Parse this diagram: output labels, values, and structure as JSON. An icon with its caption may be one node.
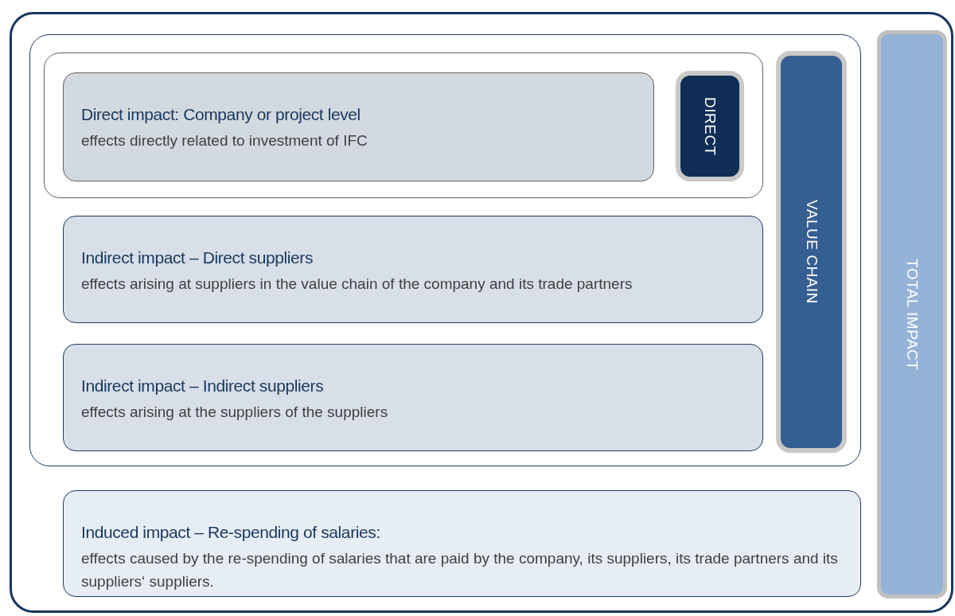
{
  "diagram": {
    "nodes": [
      {
        "text": [],
        "shape": "box"
      },
      {
        "text": [],
        "shape": "box",
        "in": 0
      },
      {
        "text": [],
        "shape": "box",
        "in": 1
      },
      {
        "text": [
          "Direct impact: Company or project level",
          "effects directly related to investment of IFC"
        ],
        "in": 2
      },
      {
        "text": [
          "DIRECT"
        ],
        "in": 2
      },
      {
        "text": [
          "Indirect impact – Direct suppliers",
          "effects arising at suppliers in the value chain of the company and its trade partners"
        ],
        "in": 1
      },
      {
        "text": [
          "Indirect impact – Indirect suppliers",
          "effects arising at the suppliers of the suppliers"
        ],
        "in": 1
      },
      {
        "text": [
          "VALUE CHAIN"
        ],
        "in": 1
      },
      {
        "text": [
          "Induced impact – Re-spending of salaries:",
          "effects caused by the re-spending of salaries that are paid by the company, its suppliers, its trade partners and its suppliers‘ suppliers."
        ],
        "in": 0
      },
      {
        "text": [
          "TOTAL IMPACT"
        ],
        "in": 0
      }
    ]
  }
}
